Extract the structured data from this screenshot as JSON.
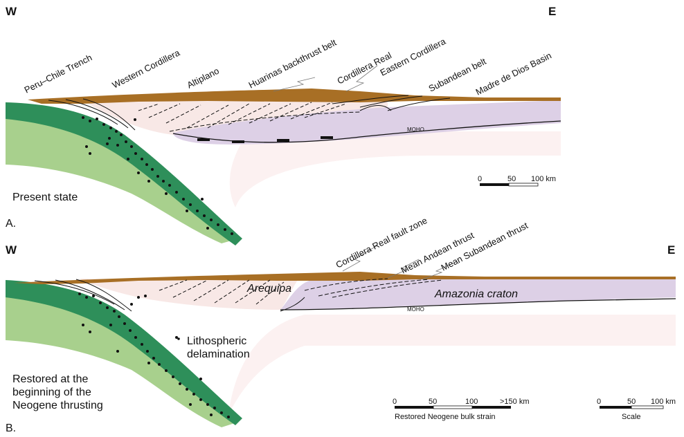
{
  "panel_a": {
    "west": "W",
    "east": "E",
    "labels": {
      "trench": "Peru–Chile Trench",
      "western_cordillera": "Western Cordillera",
      "altiplano": "Altiplano",
      "huarinas": "Huarinas backthrust belt",
      "cordillera_real": "Cordillera Real",
      "eastern_cordillera": "Eastern Cordillera",
      "subandean": "Subandean belt",
      "madre_de_dios": "Madre de Dios Basin",
      "moho": "MOHO"
    },
    "state": "Present state",
    "letter": "A.",
    "scale": {
      "ticks": [
        "0",
        "50",
        "100 km"
      ]
    }
  },
  "panel_b": {
    "west": "W",
    "east": "E",
    "labels": {
      "cordillera_real_fault": "Cordillera Real fault zone",
      "mean_andean": "Mean Andean thrust",
      "mean_subandean": "Mean Subandean thrust",
      "arequipa": "Arequipa",
      "amazonia": "Amazonia craton",
      "moho": "MOHO",
      "delamination": [
        "Lithospheric",
        "delamination"
      ]
    },
    "state": [
      "Restored at the",
      "beginning of the",
      "Neogene thrusting"
    ],
    "letter": "B.",
    "strain_scale": {
      "ticks": [
        "0",
        "50",
        "100",
        ">150 km"
      ],
      "caption": "Restored Neogene bulk strain"
    },
    "scale": {
      "ticks": [
        "0",
        "50",
        "100 km"
      ],
      "caption": "Scale"
    }
  },
  "colors": {
    "dark_green": "#2e8f5a",
    "light_green": "#a8d08d",
    "brown": "#a86f25",
    "pink": "#f8e8e6",
    "lavender": "#ddd0e6",
    "light_pink": "#fcf1f1"
  }
}
